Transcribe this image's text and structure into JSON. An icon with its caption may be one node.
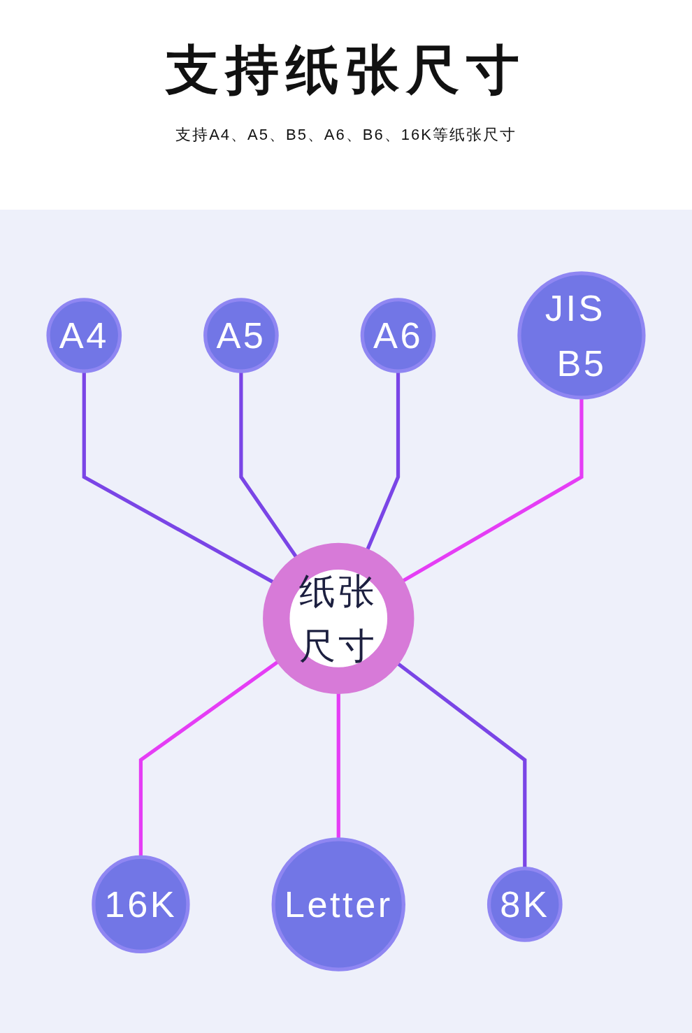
{
  "diagram": {
    "title": "支持纸张尺寸",
    "nodes": [
      {
        "text": [
          "A4"
        ]
      },
      {
        "text": [
          "A5"
        ]
      },
      {
        "text": [
          "A6"
        ]
      },
      {
        "text": [
          "JIS B5"
        ]
      },
      {
        "text": [
          "纸张尺寸"
        ]
      },
      {
        "text": [
          "16K"
        ]
      },
      {
        "text": [
          "Letter"
        ]
      },
      {
        "text": [
          "8K"
        ]
      }
    ],
    "edges": [
      {
        "from": 0,
        "to": 4,
        "arrow": "none"
      },
      {
        "from": 1,
        "to": 4,
        "arrow": "none"
      },
      {
        "from": 2,
        "to": 4,
        "arrow": "none"
      },
      {
        "from": 3,
        "to": 4,
        "arrow": "none",
        "color": "#e53df5"
      },
      {
        "from": 4,
        "to": 5,
        "arrow": "none",
        "color": "#e53df5"
      },
      {
        "from": 4,
        "to": 6,
        "arrow": "none",
        "color": "#e53df5"
      },
      {
        "from": 4,
        "to": 7,
        "arrow": "none"
      }
    ],
    "labels": [
      "支持A4、A5、B5、A6、B6、16K等纸张尺寸"
    ]
  }
}
